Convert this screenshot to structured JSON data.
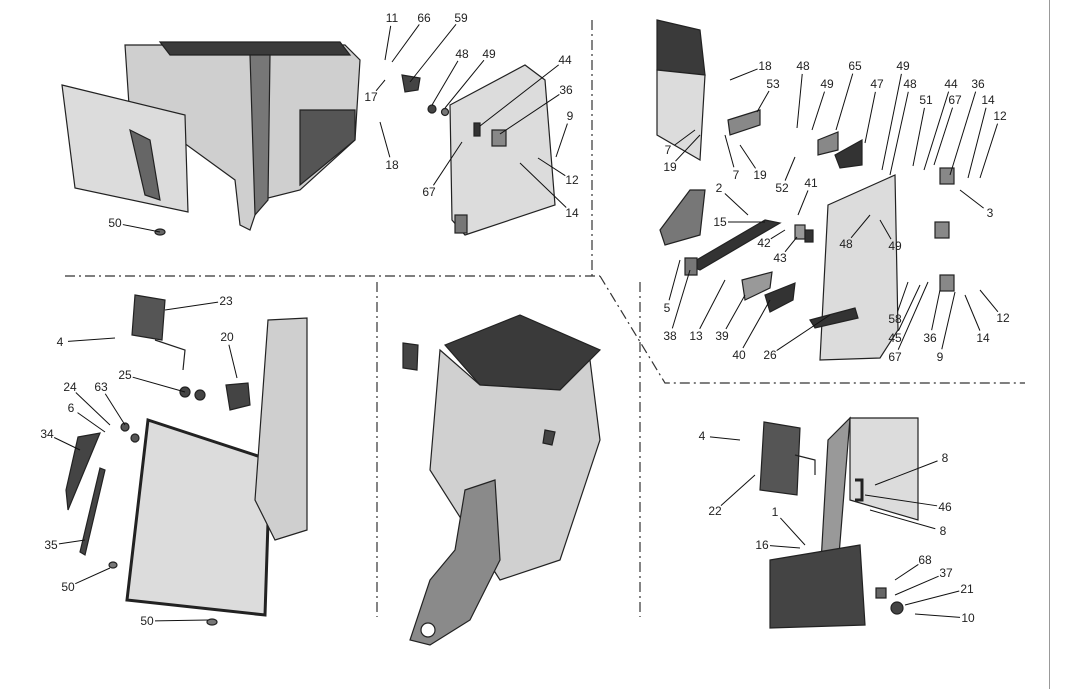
{
  "callouts": [
    {
      "label": "11"
    },
    {
      "label": "66"
    },
    {
      "label": "59"
    },
    {
      "label": "48"
    },
    {
      "label": "49"
    },
    {
      "label": "44"
    },
    {
      "label": "36"
    },
    {
      "label": "9"
    },
    {
      "label": "17"
    },
    {
      "label": "18"
    },
    {
      "label": "67"
    },
    {
      "label": "12"
    },
    {
      "label": "14"
    },
    {
      "label": "50"
    },
    {
      "label": "18"
    },
    {
      "label": "53"
    },
    {
      "label": "48"
    },
    {
      "label": "49"
    },
    {
      "label": "65"
    },
    {
      "label": "47"
    },
    {
      "label": "49"
    },
    {
      "label": "48"
    },
    {
      "label": "51"
    },
    {
      "label": "44"
    },
    {
      "label": "67"
    },
    {
      "label": "36"
    },
    {
      "label": "14"
    },
    {
      "label": "12"
    },
    {
      "label": "3"
    },
    {
      "label": "7"
    },
    {
      "label": "19"
    },
    {
      "label": "7"
    },
    {
      "label": "19"
    },
    {
      "label": "52"
    },
    {
      "label": "41"
    },
    {
      "label": "2"
    },
    {
      "label": "15"
    },
    {
      "label": "42"
    },
    {
      "label": "43"
    },
    {
      "label": "48"
    },
    {
      "label": "49"
    },
    {
      "label": "5"
    },
    {
      "label": "38"
    },
    {
      "label": "13"
    },
    {
      "label": "39"
    },
    {
      "label": "40"
    },
    {
      "label": "26"
    },
    {
      "label": "58"
    },
    {
      "label": "45"
    },
    {
      "label": "67"
    },
    {
      "label": "36"
    },
    {
      "label": "9"
    },
    {
      "label": "14"
    },
    {
      "label": "12"
    },
    {
      "label": "23"
    },
    {
      "label": "4"
    },
    {
      "label": "20"
    },
    {
      "label": "25"
    },
    {
      "label": "24"
    },
    {
      "label": "63"
    },
    {
      "label": "6"
    },
    {
      "label": "34"
    },
    {
      "label": "35"
    },
    {
      "label": "50"
    },
    {
      "label": "50"
    },
    {
      "label": "4"
    },
    {
      "label": "8"
    },
    {
      "label": "46"
    },
    {
      "label": "8"
    },
    {
      "label": "22"
    },
    {
      "label": "1"
    },
    {
      "label": "16"
    },
    {
      "label": "68"
    },
    {
      "label": "37"
    },
    {
      "label": "21"
    },
    {
      "label": "10"
    }
  ],
  "colors": {
    "line": "#222222",
    "part_light": "#d8d8d8",
    "part_mid": "#9a9a9a",
    "part_dark": "#3c3c3c"
  }
}
